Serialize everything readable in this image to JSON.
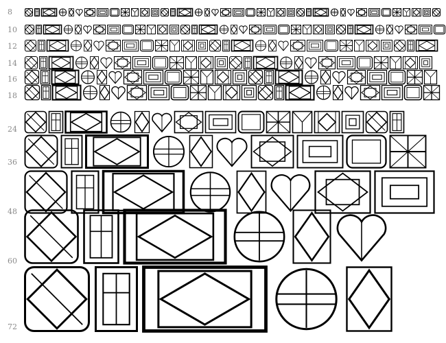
{
  "sizes": [
    "8",
    "10",
    "12",
    "14",
    "16",
    "18",
    "24",
    "36",
    "48",
    "60",
    "72"
  ],
  "colors": {
    "ink": "#000000",
    "label": "#8a8a8a",
    "background": "#ffffff"
  },
  "glyph_sequence": [
    "square-x-icon",
    "window-pane-icon",
    "diamond-frame-icon",
    "circle-frame-icon",
    "diamond-icon",
    "heart-icon",
    "square-diamond-icon",
    "nested-rect-icon",
    "rounded-square-icon",
    "cross-grid-icon",
    "triangle-pane-icon",
    "slatted-diamond-icon",
    "spiral-square-icon"
  ]
}
